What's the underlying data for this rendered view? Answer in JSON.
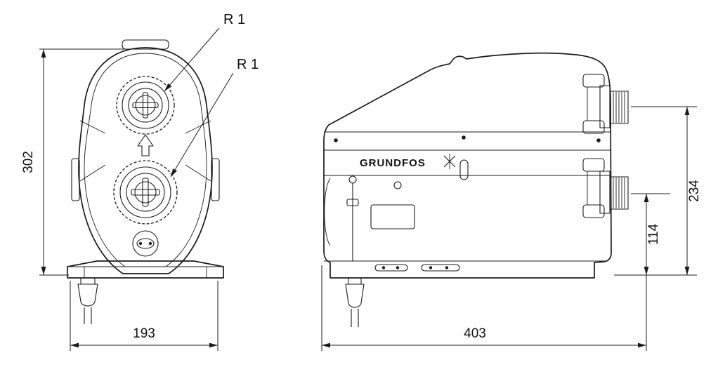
{
  "drawing": {
    "type": "technical-dimension-drawing",
    "front_view": {
      "dim_height": "302",
      "dim_width": "193",
      "port_label_top": "R 1",
      "port_label_bottom": "R 1"
    },
    "side_view": {
      "dim_width": "403",
      "dim_height_total": "234",
      "dim_height_port": "114",
      "brand": "GRUNDFOS"
    },
    "colors": {
      "line": "#1b1b1b",
      "background": "#ffffff"
    }
  }
}
